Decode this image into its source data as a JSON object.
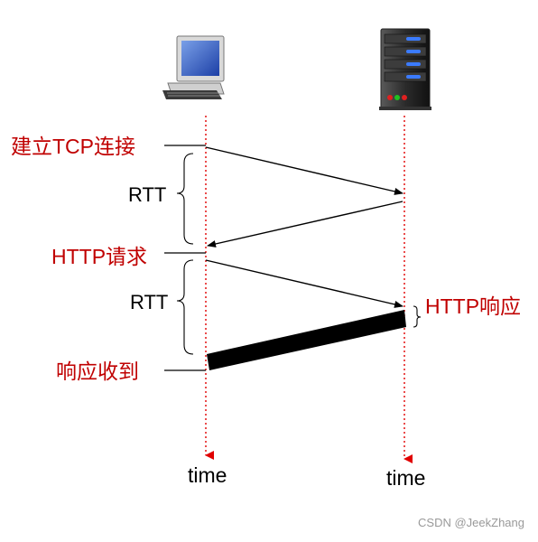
{
  "labels": {
    "tcp_connect": "建立TCP连接",
    "rtt_1": "RTT",
    "http_request": "HTTP请求",
    "rtt_2": "RTT",
    "http_response": "HTTP响应",
    "response_received": "响应收到",
    "time_client": "time",
    "time_server": "time",
    "watermark": "CSDN @JeekZhang"
  },
  "icons": {
    "client": "desktop-computer-icon",
    "server": "server-tower-icon"
  },
  "colors": {
    "accent_red": "#c00000",
    "timeline_red": "#e00000",
    "black": "#000000",
    "watermark": "#999999"
  }
}
